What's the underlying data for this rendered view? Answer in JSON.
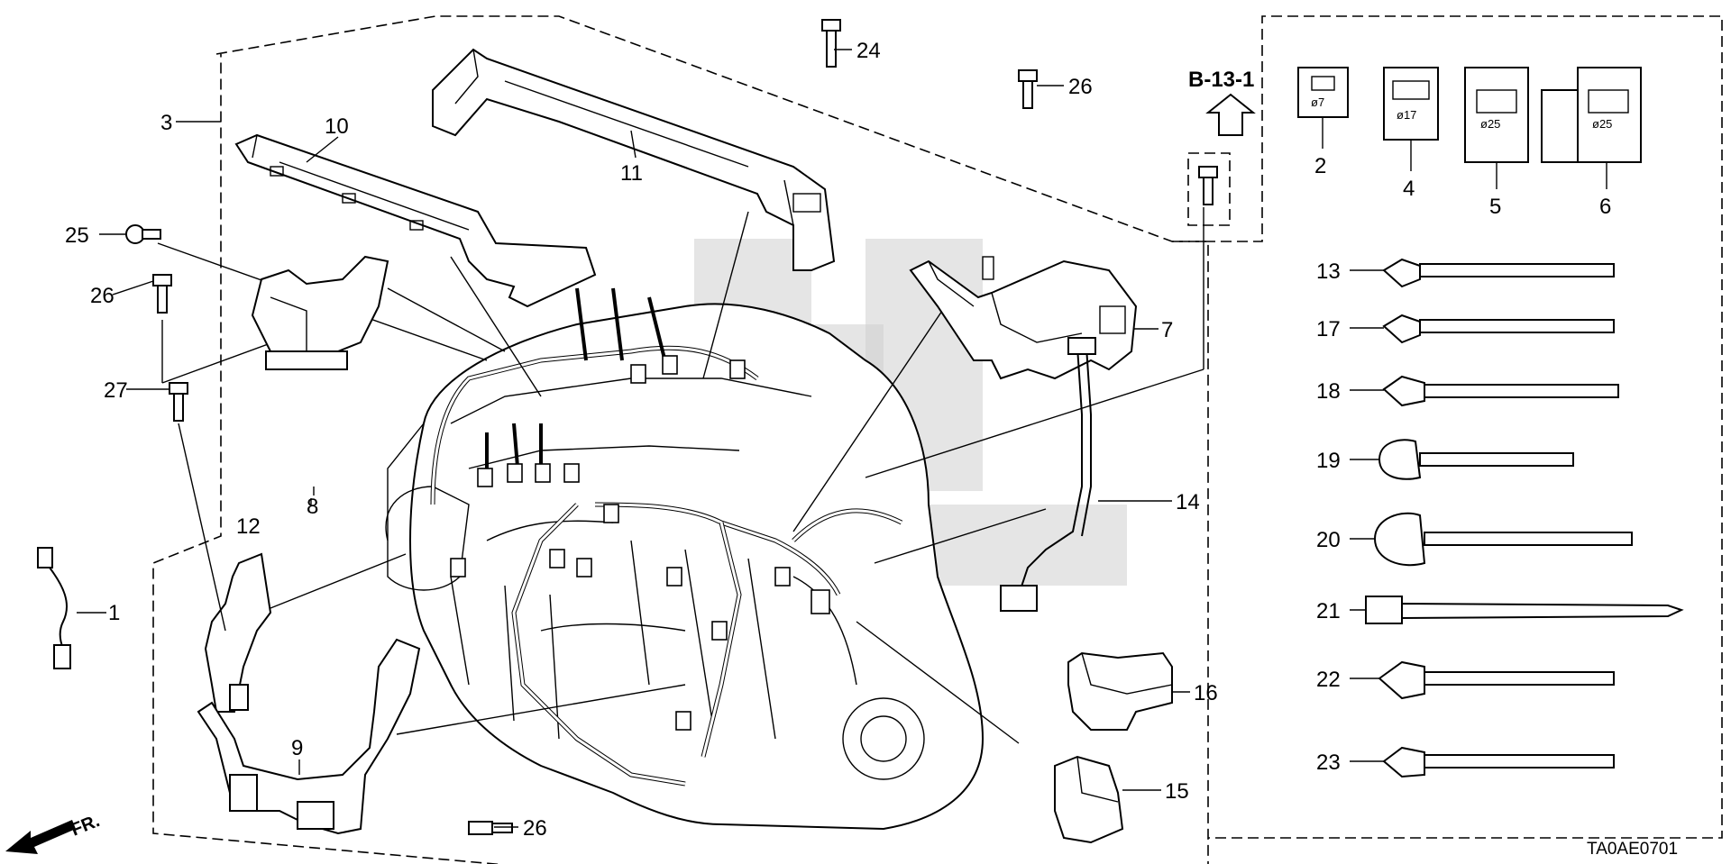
{
  "diagram_code": "TA0AE0701",
  "reference_label": "B-13-1",
  "front_indicator": "FR.",
  "callouts": [
    {
      "id": "c1",
      "text": "1"
    },
    {
      "id": "c2",
      "text": "2"
    },
    {
      "id": "c3",
      "text": "3"
    },
    {
      "id": "c4",
      "text": "4"
    },
    {
      "id": "c5",
      "text": "5"
    },
    {
      "id": "c6",
      "text": "6"
    },
    {
      "id": "c7",
      "text": "7"
    },
    {
      "id": "c8",
      "text": "8"
    },
    {
      "id": "c9",
      "text": "9"
    },
    {
      "id": "c10",
      "text": "10"
    },
    {
      "id": "c11",
      "text": "11"
    },
    {
      "id": "c12",
      "text": "12"
    },
    {
      "id": "c13",
      "text": "13"
    },
    {
      "id": "c14",
      "text": "14"
    },
    {
      "id": "c15",
      "text": "15"
    },
    {
      "id": "c16",
      "text": "16"
    },
    {
      "id": "c17",
      "text": "17"
    },
    {
      "id": "c18",
      "text": "18"
    },
    {
      "id": "c19",
      "text": "19"
    },
    {
      "id": "c20",
      "text": "20"
    },
    {
      "id": "c21",
      "text": "21"
    },
    {
      "id": "c22",
      "text": "22"
    },
    {
      "id": "c23",
      "text": "23"
    },
    {
      "id": "c24",
      "text": "24"
    },
    {
      "id": "c25",
      "text": "25"
    },
    {
      "id": "c26a",
      "text": "26"
    },
    {
      "id": "c26b",
      "text": "26"
    },
    {
      "id": "c26c",
      "text": "26"
    },
    {
      "id": "c27",
      "text": "27"
    }
  ],
  "grommet_diameters": [
    "ø7",
    "ø17",
    "ø25",
    "ø25"
  ]
}
